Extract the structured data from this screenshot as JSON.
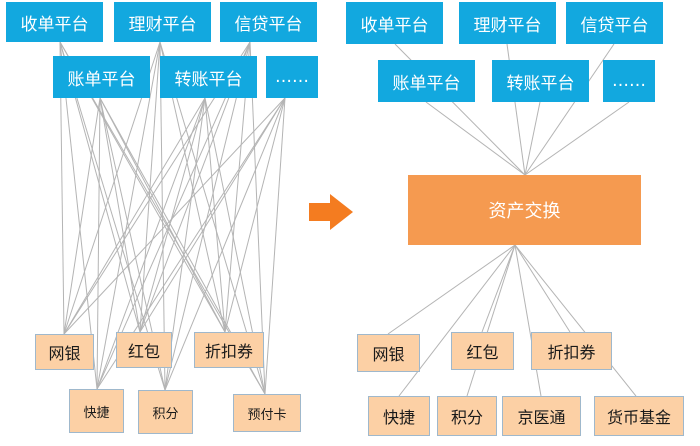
{
  "colors": {
    "platform_fill": "#12a8df",
    "platform_text": "#ffffff",
    "asset_fill": "#fcd0a5",
    "asset_border": "#9fb8cc",
    "hub_fill": "#f59a50",
    "arrow": "#f47c20",
    "connector": "#b4b4b4"
  },
  "left": {
    "platforms": [
      "收单平台",
      "理财平台",
      "信贷平台",
      "账单平台",
      "转账平台",
      "……"
    ],
    "assets": [
      "网银",
      "红包",
      "折扣券",
      "快捷",
      "积分",
      "预付卡"
    ]
  },
  "right": {
    "platforms": [
      "收单平台",
      "理财平台",
      "信贷平台",
      "账单平台",
      "转账平台",
      "……"
    ],
    "hub": "资产交换",
    "assets": [
      "网银",
      "红包",
      "折扣券",
      "快捷",
      "积分",
      "京医通",
      "货币基金"
    ]
  },
  "arrow_icon": "right-arrow-icon"
}
